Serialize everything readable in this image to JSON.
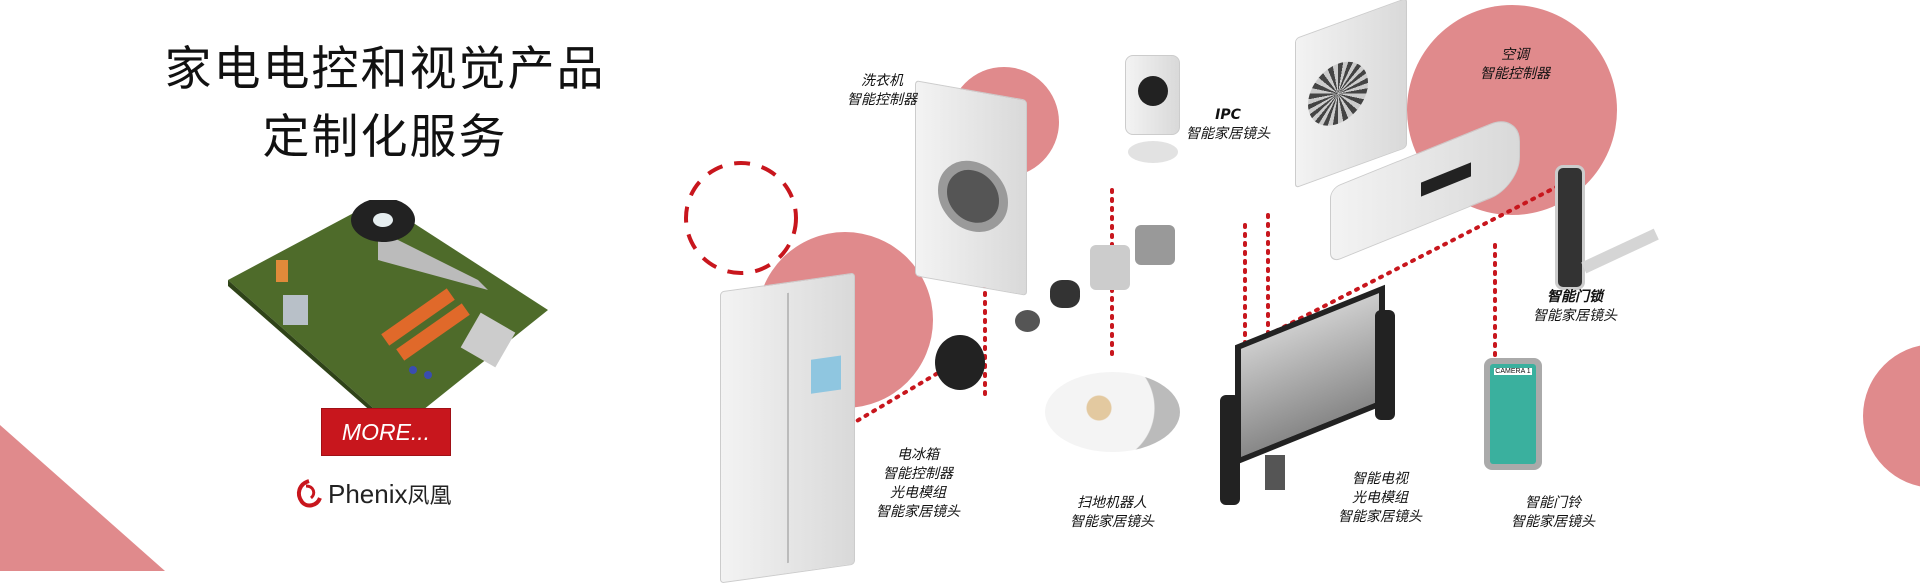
{
  "banner": {
    "title_line1": "家电电控和视觉产品",
    "title_line2": "定制化服务",
    "more_button": "MORE...",
    "logo": {
      "brand": "Phenix",
      "brand_cn": "凤凰"
    }
  },
  "products": {
    "washer": {
      "name": "洗衣机",
      "desc": "智能控制器"
    },
    "ipc": {
      "name": "IPC",
      "desc": "智能家居镜头"
    },
    "aircon": {
      "name": "空调",
      "desc": "智能控制器"
    },
    "doorlock": {
      "name": "智能门锁",
      "desc": "智能家居镜头"
    },
    "fridge": {
      "name": "电冰箱",
      "desc1": "智能控制器",
      "desc2": "光电模组",
      "desc3": "智能家居镜头"
    },
    "robot": {
      "name": "扫地机器人",
      "desc": "智能家居镜头"
    },
    "tv": {
      "name": "智能电视",
      "desc1": "光电模组",
      "desc2": "智能家居镜头"
    },
    "doorbell": {
      "name": "智能门铃",
      "desc": "智能家居镜头",
      "screen_text": "CAMERA 1"
    }
  },
  "colors": {
    "accent": "#c8161d",
    "pink": "#e08a8c"
  }
}
